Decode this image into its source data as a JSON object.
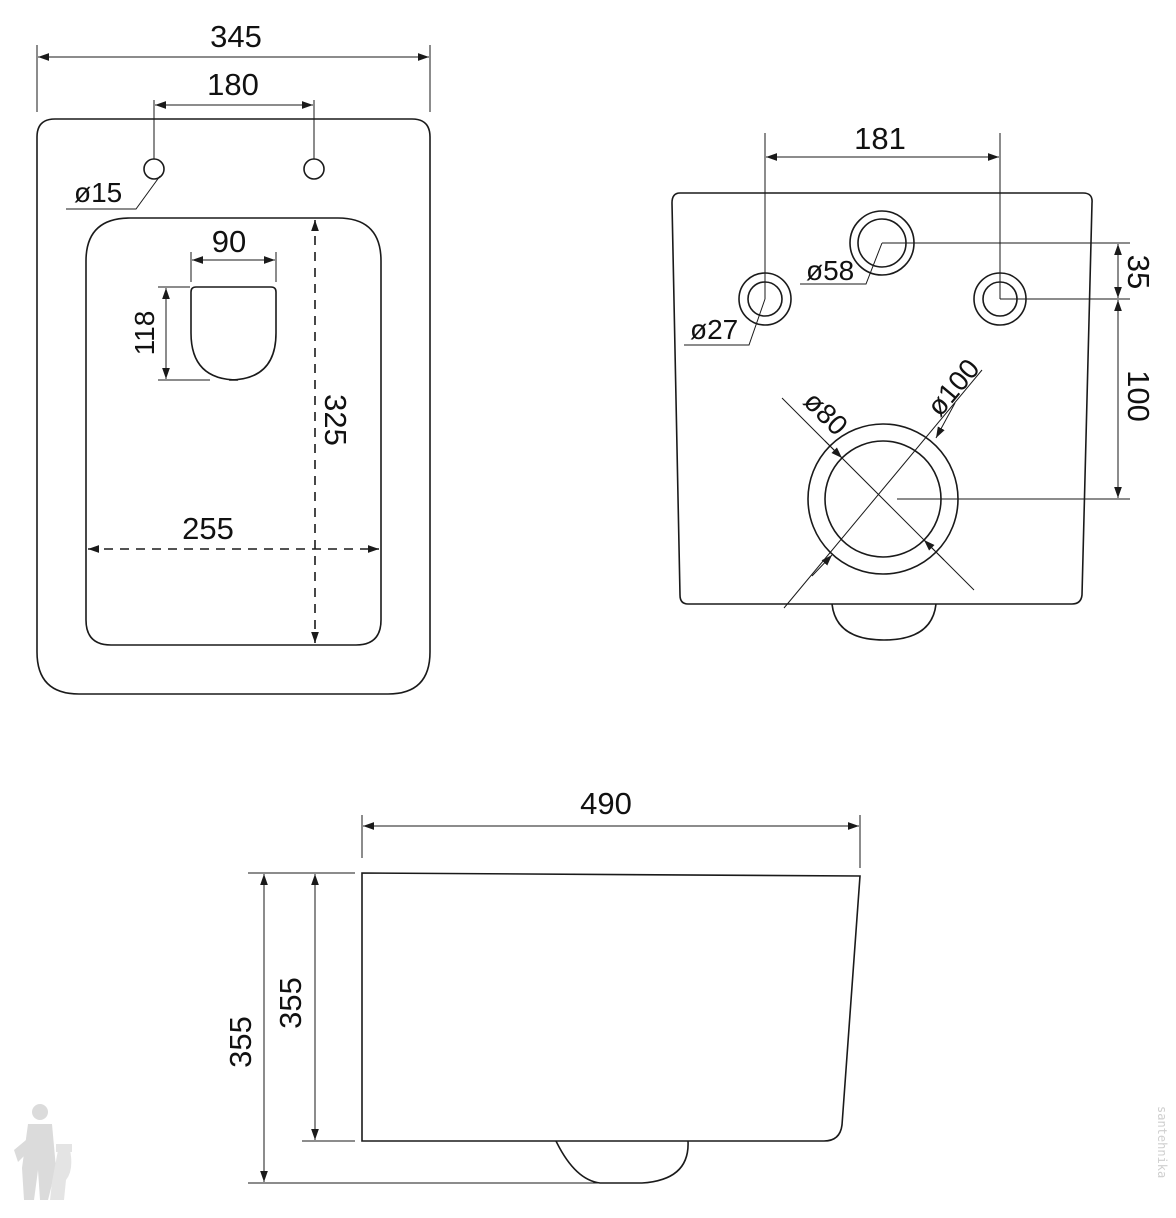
{
  "top_view": {
    "width": "345",
    "hole_spacing": "180",
    "hole_diameter": "ø15",
    "seat_opening_width": "90",
    "seat_opening_height": "118",
    "bowl_depth": "325",
    "bowl_width": "255"
  },
  "rear_view": {
    "bolt_spacing": "181",
    "water_inlet_diameter": "ø58",
    "bolt_hole_diameter": "ø27",
    "inlet_offset": "35",
    "outlet_offset": "100",
    "outlet_inner_diameter": "ø80",
    "outlet_outer_diameter": "ø100"
  },
  "side_view": {
    "length": "490",
    "height_outer": "355",
    "height_inner": "355"
  },
  "watermark": {
    "text": "santehnika",
    "icon": "plumber-icon"
  }
}
